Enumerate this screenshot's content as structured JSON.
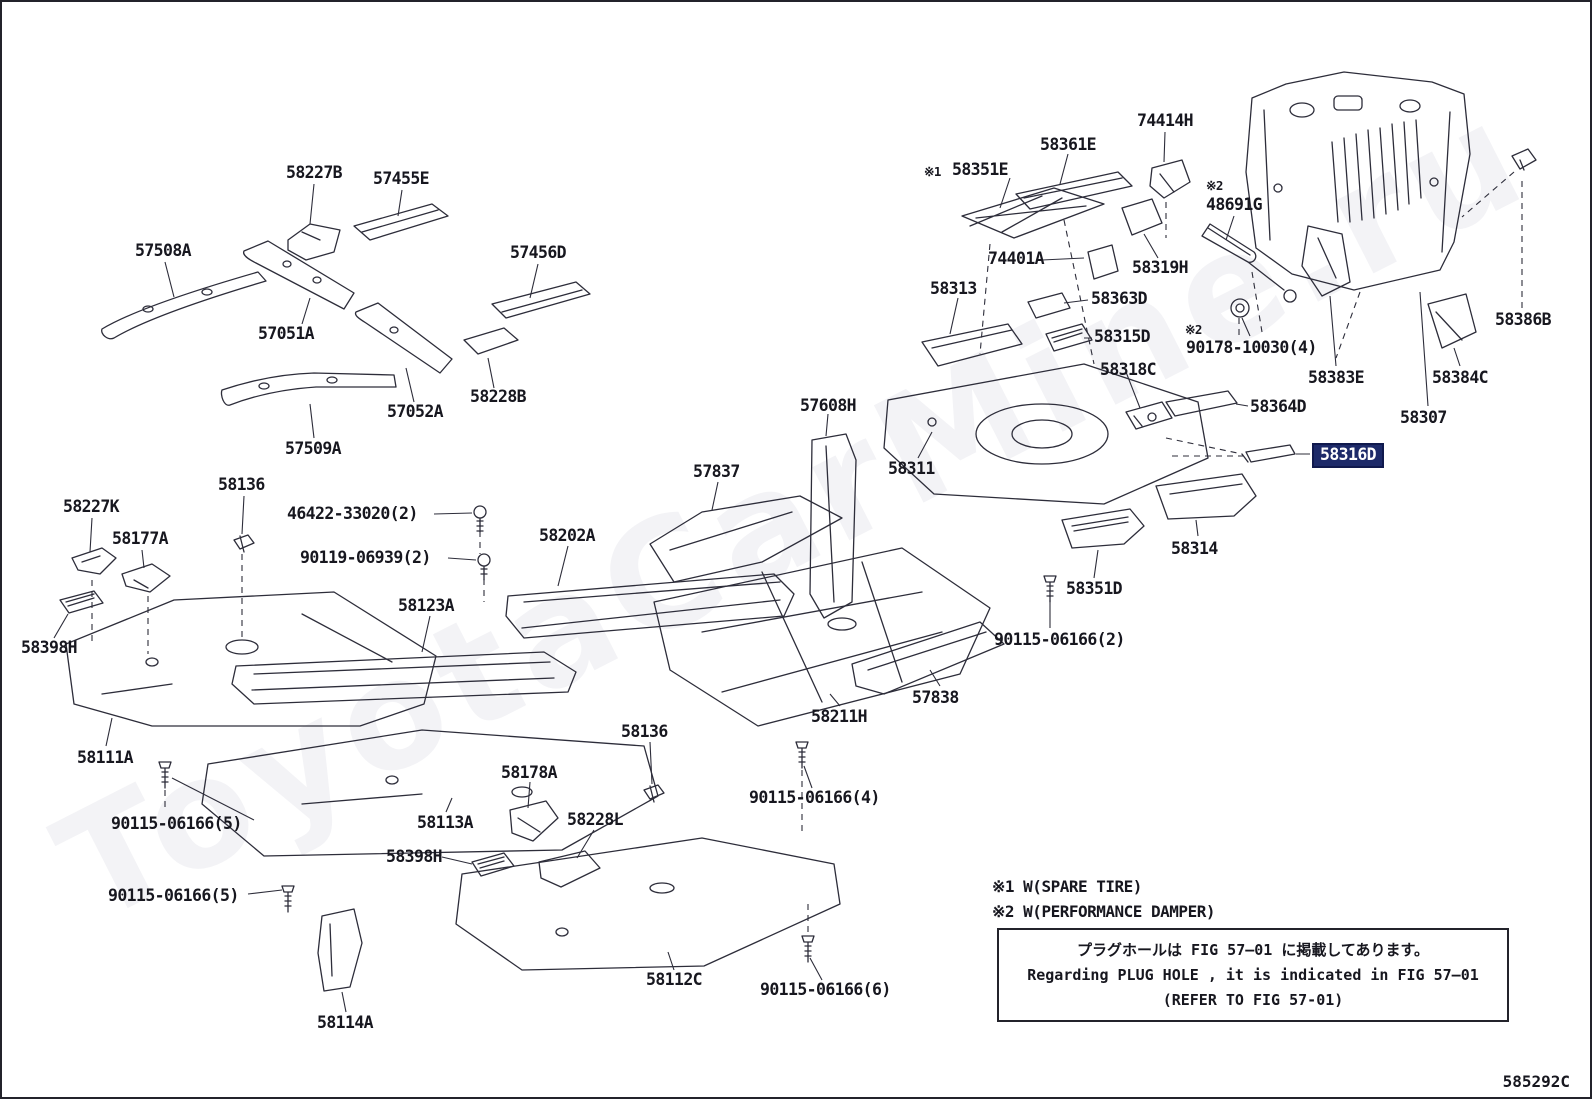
{
  "page": {
    "code": "585292C",
    "watermark": "ToyotaCarMine.ru",
    "ink_color": "#2d2d3a",
    "highlight_color": "#1d2a69"
  },
  "footnotes": {
    "note1": "※1 W(SPARE TIRE)",
    "note2": "※2 W(PERFORMANCE DAMPER)"
  },
  "plug_note": {
    "jp": "プラグホールは FIG 57—01 に掲載してあります。",
    "en": "Regarding PLUG HOLE , it is indicated in FIG 57—01",
    "ref": "(REFER TO FIG 57-01)"
  },
  "labels": [
    {
      "text": "58227B"
    },
    {
      "text": "57455E"
    },
    {
      "text": "57508A"
    },
    {
      "text": "57456D"
    },
    {
      "text": "57051A"
    },
    {
      "text": "57052A"
    },
    {
      "text": "58228B"
    },
    {
      "text": "57509A"
    },
    {
      "text": "58136"
    },
    {
      "text": "58227K"
    },
    {
      "text": "46422-33020(2)"
    },
    {
      "text": "58177A"
    },
    {
      "text": "90119-06939(2)"
    },
    {
      "text": "58202A"
    },
    {
      "text": "58123A"
    },
    {
      "text": "58398H"
    },
    {
      "text": "58111A"
    },
    {
      "text": "90115-06166(5)"
    },
    {
      "text": "58178A"
    },
    {
      "text": "58113A"
    },
    {
      "text": "58398H"
    },
    {
      "text": "58228L"
    },
    {
      "text": "90115-06166(5)"
    },
    {
      "text": "58114A"
    },
    {
      "text": "58112C"
    },
    {
      "text": "58136"
    },
    {
      "text": "90115-06166(4)"
    },
    {
      "text": "90115-06166(6)"
    },
    {
      "text": "57837"
    },
    {
      "text": "58211H"
    },
    {
      "text": "57838"
    },
    {
      "text": "90115-06166(2)"
    },
    {
      "text": "57608H"
    },
    {
      "text": "58311"
    },
    {
      "text": "58313"
    },
    {
      "text": "74401A"
    },
    {
      "text": "※1"
    },
    {
      "text": "58351E"
    },
    {
      "text": "58361E"
    },
    {
      "text": "74414H"
    },
    {
      "text": "※2"
    },
    {
      "text": "48691G"
    },
    {
      "text": "58319H"
    },
    {
      "text": "58363D"
    },
    {
      "text": "58315D"
    },
    {
      "text": "58318C"
    },
    {
      "text": "※2"
    },
    {
      "text": "90178-10030(4)"
    },
    {
      "text": "58383E"
    },
    {
      "text": "58384C"
    },
    {
      "text": "58386B"
    },
    {
      "text": "58307"
    },
    {
      "text": "58364D"
    },
    {
      "text": "58316D"
    },
    {
      "text": "58314"
    },
    {
      "text": "58351D"
    }
  ]
}
